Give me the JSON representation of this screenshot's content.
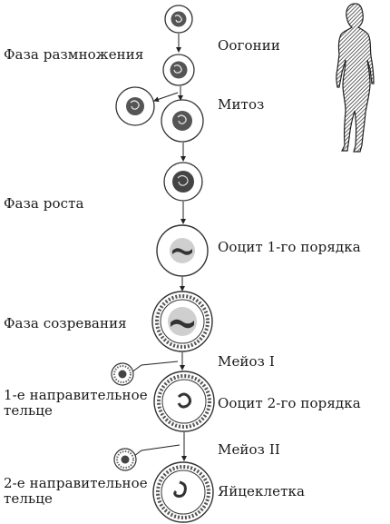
{
  "phases": {
    "multiplication": "Фаза размножения",
    "growth": "Фаза роста",
    "maturation": "Фаза созревания"
  },
  "cells": {
    "oogonia": "Оогонии",
    "mitosis": "Митоз",
    "oocyte1": "Ооцит 1-го порядка",
    "meiosis1": "Мейоз I",
    "polar_body1_line1": "1-е направительное",
    "polar_body1_line2": "тельце",
    "oocyte2": "Ооцит 2-го порядка",
    "meiosis2": "Мейоз II",
    "polar_body2_line1": "2-е направительное",
    "polar_body2_line2": "тельце",
    "egg": "Яйцеклетка"
  }
}
